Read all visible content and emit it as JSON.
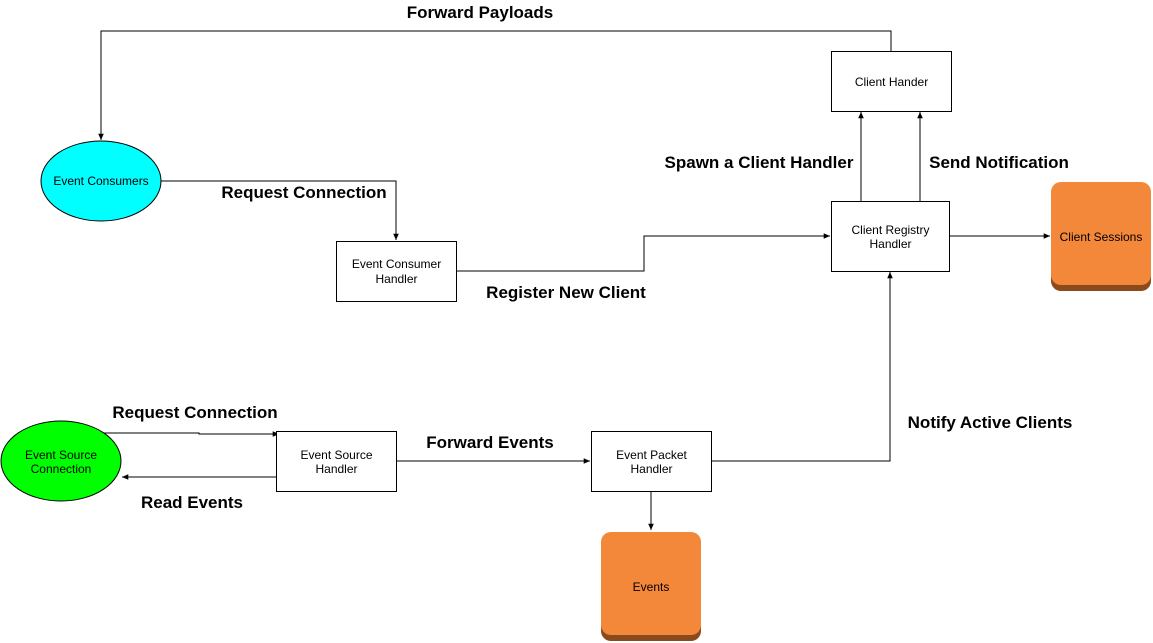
{
  "nodes": {
    "event_consumers": "Event Consumers",
    "event_consumer_handler": [
      "Event Consumer",
      "Handler"
    ],
    "client_registry_handler": [
      "Client Registry",
      "Handler"
    ],
    "client_handler": "Client Hander",
    "client_sessions": "Client Sessions",
    "event_source_connection": [
      "Event Source",
      "Connection"
    ],
    "event_source_handler": [
      "Event Source",
      "Handler"
    ],
    "event_packet_handler": [
      "Event Packet",
      "Handler"
    ],
    "events": "Events"
  },
  "edges": {
    "forward_payloads": "Forward Payloads",
    "request_connection_consumer": "Request Connection",
    "register_new_client": "Register New Client",
    "spawn_client_handler": "Spawn a Client Handler",
    "send_notification": "Send Notification",
    "request_connection_source": "Request Connection",
    "read_events": "Read Events",
    "forward_events": "Forward Events",
    "notify_active_clients": "Notify Active Clients"
  },
  "colors": {
    "event_consumers_fill": "#00ffff",
    "event_source_fill": "#00ff00",
    "storage_fill": "#f3873a",
    "storage_shadow": "#8a4a1c",
    "line": "#000000"
  }
}
